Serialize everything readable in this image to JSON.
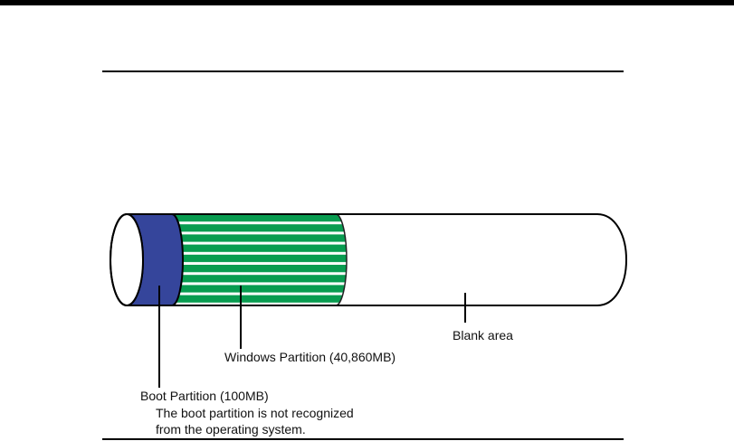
{
  "figure": {
    "top_bar_color": "#000000",
    "rule_color": "#000000",
    "disk": {
      "outline_color": "#000000",
      "face_color": "#ffffff",
      "boot_color": "#35459B",
      "windows_color": "#089C50",
      "stripe_color": "#ffffff",
      "blank_color": "#ffffff"
    },
    "labels": {
      "blank": "Blank area",
      "windows": "Windows Partition (40,860MB)",
      "boot": "Boot Partition (100MB)",
      "boot_note_1": "The boot partition is not recognized",
      "boot_note_2": "from the operating system."
    }
  }
}
